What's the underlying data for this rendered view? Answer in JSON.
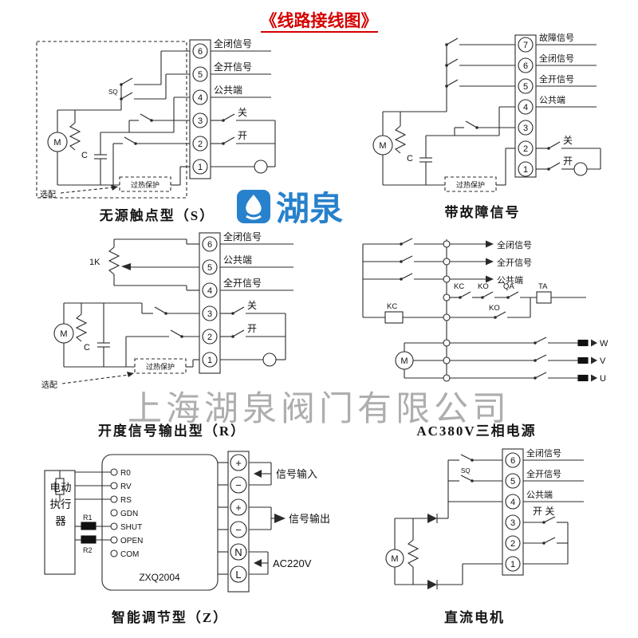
{
  "title": "《线路接线图》",
  "watermark": {
    "logo": "湖泉",
    "company": "上海湖泉阀门有限公司"
  },
  "diagram_s": {
    "caption": "无源触点型（S）",
    "terminals": [
      "6",
      "5",
      "4",
      "3",
      "2",
      "1"
    ],
    "label_full_close": "全闭信号",
    "label_full_open": "全开信号",
    "label_common": "公共端",
    "label_close": "关",
    "label_open": "开",
    "label_sq": "SQ",
    "motor": "M",
    "cap": "C",
    "optional": "选配",
    "overheat": "过热保护"
  },
  "diagram_fault": {
    "caption": "带故障信号",
    "terminals": [
      "7",
      "6",
      "5",
      "4",
      "3",
      "2",
      "1"
    ],
    "label_fault": "故障信号",
    "label_full_close": "全闭信号",
    "label_full_open": "全开信号",
    "label_common": "公共端",
    "label_close": "关",
    "label_open": "开",
    "motor": "M",
    "cap": "C",
    "overheat": "过热保护"
  },
  "diagram_r": {
    "caption": "开度信号输出型（R）",
    "terminals": [
      "6",
      "5",
      "4",
      "3",
      "2",
      "1"
    ],
    "label_full_close": "全闭信号",
    "label_common": "公共端",
    "label_full_open": "全开信号",
    "label_close": "关",
    "label_open": "开",
    "pot": "1K",
    "motor": "M",
    "cap": "C",
    "optional": "选配",
    "overheat": "过热保护"
  },
  "diagram_ac380": {
    "caption": "AC380V三相电源",
    "label_full_close": "全闭信号",
    "label_full_open": "全开信号",
    "label_common": "公共端",
    "kc": "KC",
    "ko": "KO",
    "qa": "QA",
    "ta": "TA",
    "motor": "M",
    "phase_w": "W",
    "phase_v": "V",
    "phase_u": "U"
  },
  "diagram_z": {
    "caption": "智能调节型（Z）",
    "actuator": "电动执行器",
    "module": "ZXQ2004",
    "pins": [
      "R0",
      "RV",
      "RS",
      "GDN",
      "SHUT",
      "OPEN",
      "COM"
    ],
    "r1": "R1",
    "r2": "R2",
    "terms": [
      "+",
      "−",
      "+",
      "−",
      "N",
      "L"
    ],
    "label_signal_in": "信号输入",
    "label_signal_out": "信号输出",
    "label_power": "AC220V"
  },
  "diagram_dc": {
    "caption": "直流电机",
    "terminals": [
      "6",
      "5",
      "4",
      "3",
      "2",
      "1"
    ],
    "label_full_close": "全闭信号",
    "label_full_open": "全开信号",
    "label_common": "公共端",
    "label_open_close": "开  关",
    "label_sq": "SQ",
    "motor": "M"
  }
}
